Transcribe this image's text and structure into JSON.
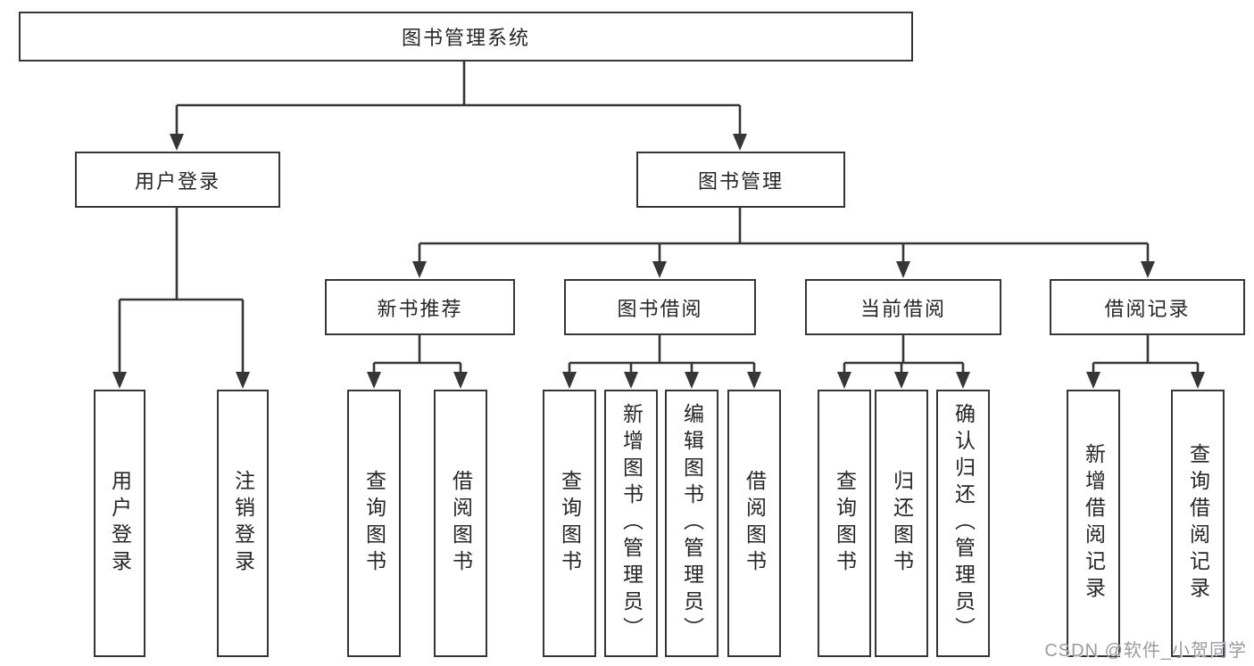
{
  "tree": {
    "label": "图书管理系统",
    "children": [
      {
        "label": "用户登录",
        "children": [
          {
            "label": "用户登录"
          },
          {
            "label": "注销登录"
          }
        ]
      },
      {
        "label": "图书管理",
        "children": [
          {
            "label": "新书推荐",
            "children": [
              {
                "label": "查询图书"
              },
              {
                "label": "借阅图书"
              }
            ]
          },
          {
            "label": "图书借阅",
            "children": [
              {
                "label": "查询图书"
              },
              {
                "label": "新增图书（管理员）"
              },
              {
                "label": "编辑图书（管理员）"
              },
              {
                "label": "借阅图书"
              }
            ]
          },
          {
            "label": "当前借阅",
            "children": [
              {
                "label": "查询图书"
              },
              {
                "label": "归还图书"
              },
              {
                "label": "确认归还（管理员）"
              }
            ]
          },
          {
            "label": "借阅记录",
            "children": [
              {
                "label": "新增借阅记录"
              },
              {
                "label": "查询借阅记录"
              }
            ]
          }
        ]
      }
    ]
  },
  "watermark": "CSDN @软件_小贺同学",
  "colors": {
    "line": "#363636",
    "text": "#262626",
    "background": "#ffffff",
    "watermark": "#9a9aa1"
  }
}
